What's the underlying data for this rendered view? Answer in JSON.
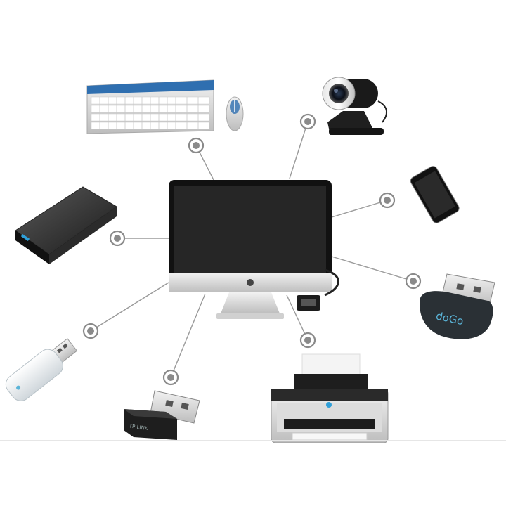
{
  "diagram": {
    "hub": "monitor",
    "devices": [
      {
        "id": "keyboard-mouse",
        "icon": "keyboard-mouse-icon"
      },
      {
        "id": "webcam",
        "icon": "webcam-icon"
      },
      {
        "id": "smartphone",
        "icon": "smartphone-icon"
      },
      {
        "id": "bluetooth-dongle",
        "icon": "bluetooth-dongle-icon"
      },
      {
        "id": "printer",
        "icon": "printer-icon"
      },
      {
        "id": "wifi-adapter",
        "icon": "wifi-adapter-icon"
      },
      {
        "id": "usb-flash-drive",
        "icon": "usb-flash-drive-icon"
      },
      {
        "id": "external-hard-drive",
        "icon": "external-hard-drive-icon"
      }
    ],
    "labels": {
      "wifi_brand": "TP-LINK",
      "bt_brand": "doGo"
    },
    "colors": {
      "line": "#9a9a9a",
      "node": "#8a8a8a",
      "screen": "#262626",
      "bezel": "#111111",
      "silver": "#d9d9d9"
    }
  }
}
